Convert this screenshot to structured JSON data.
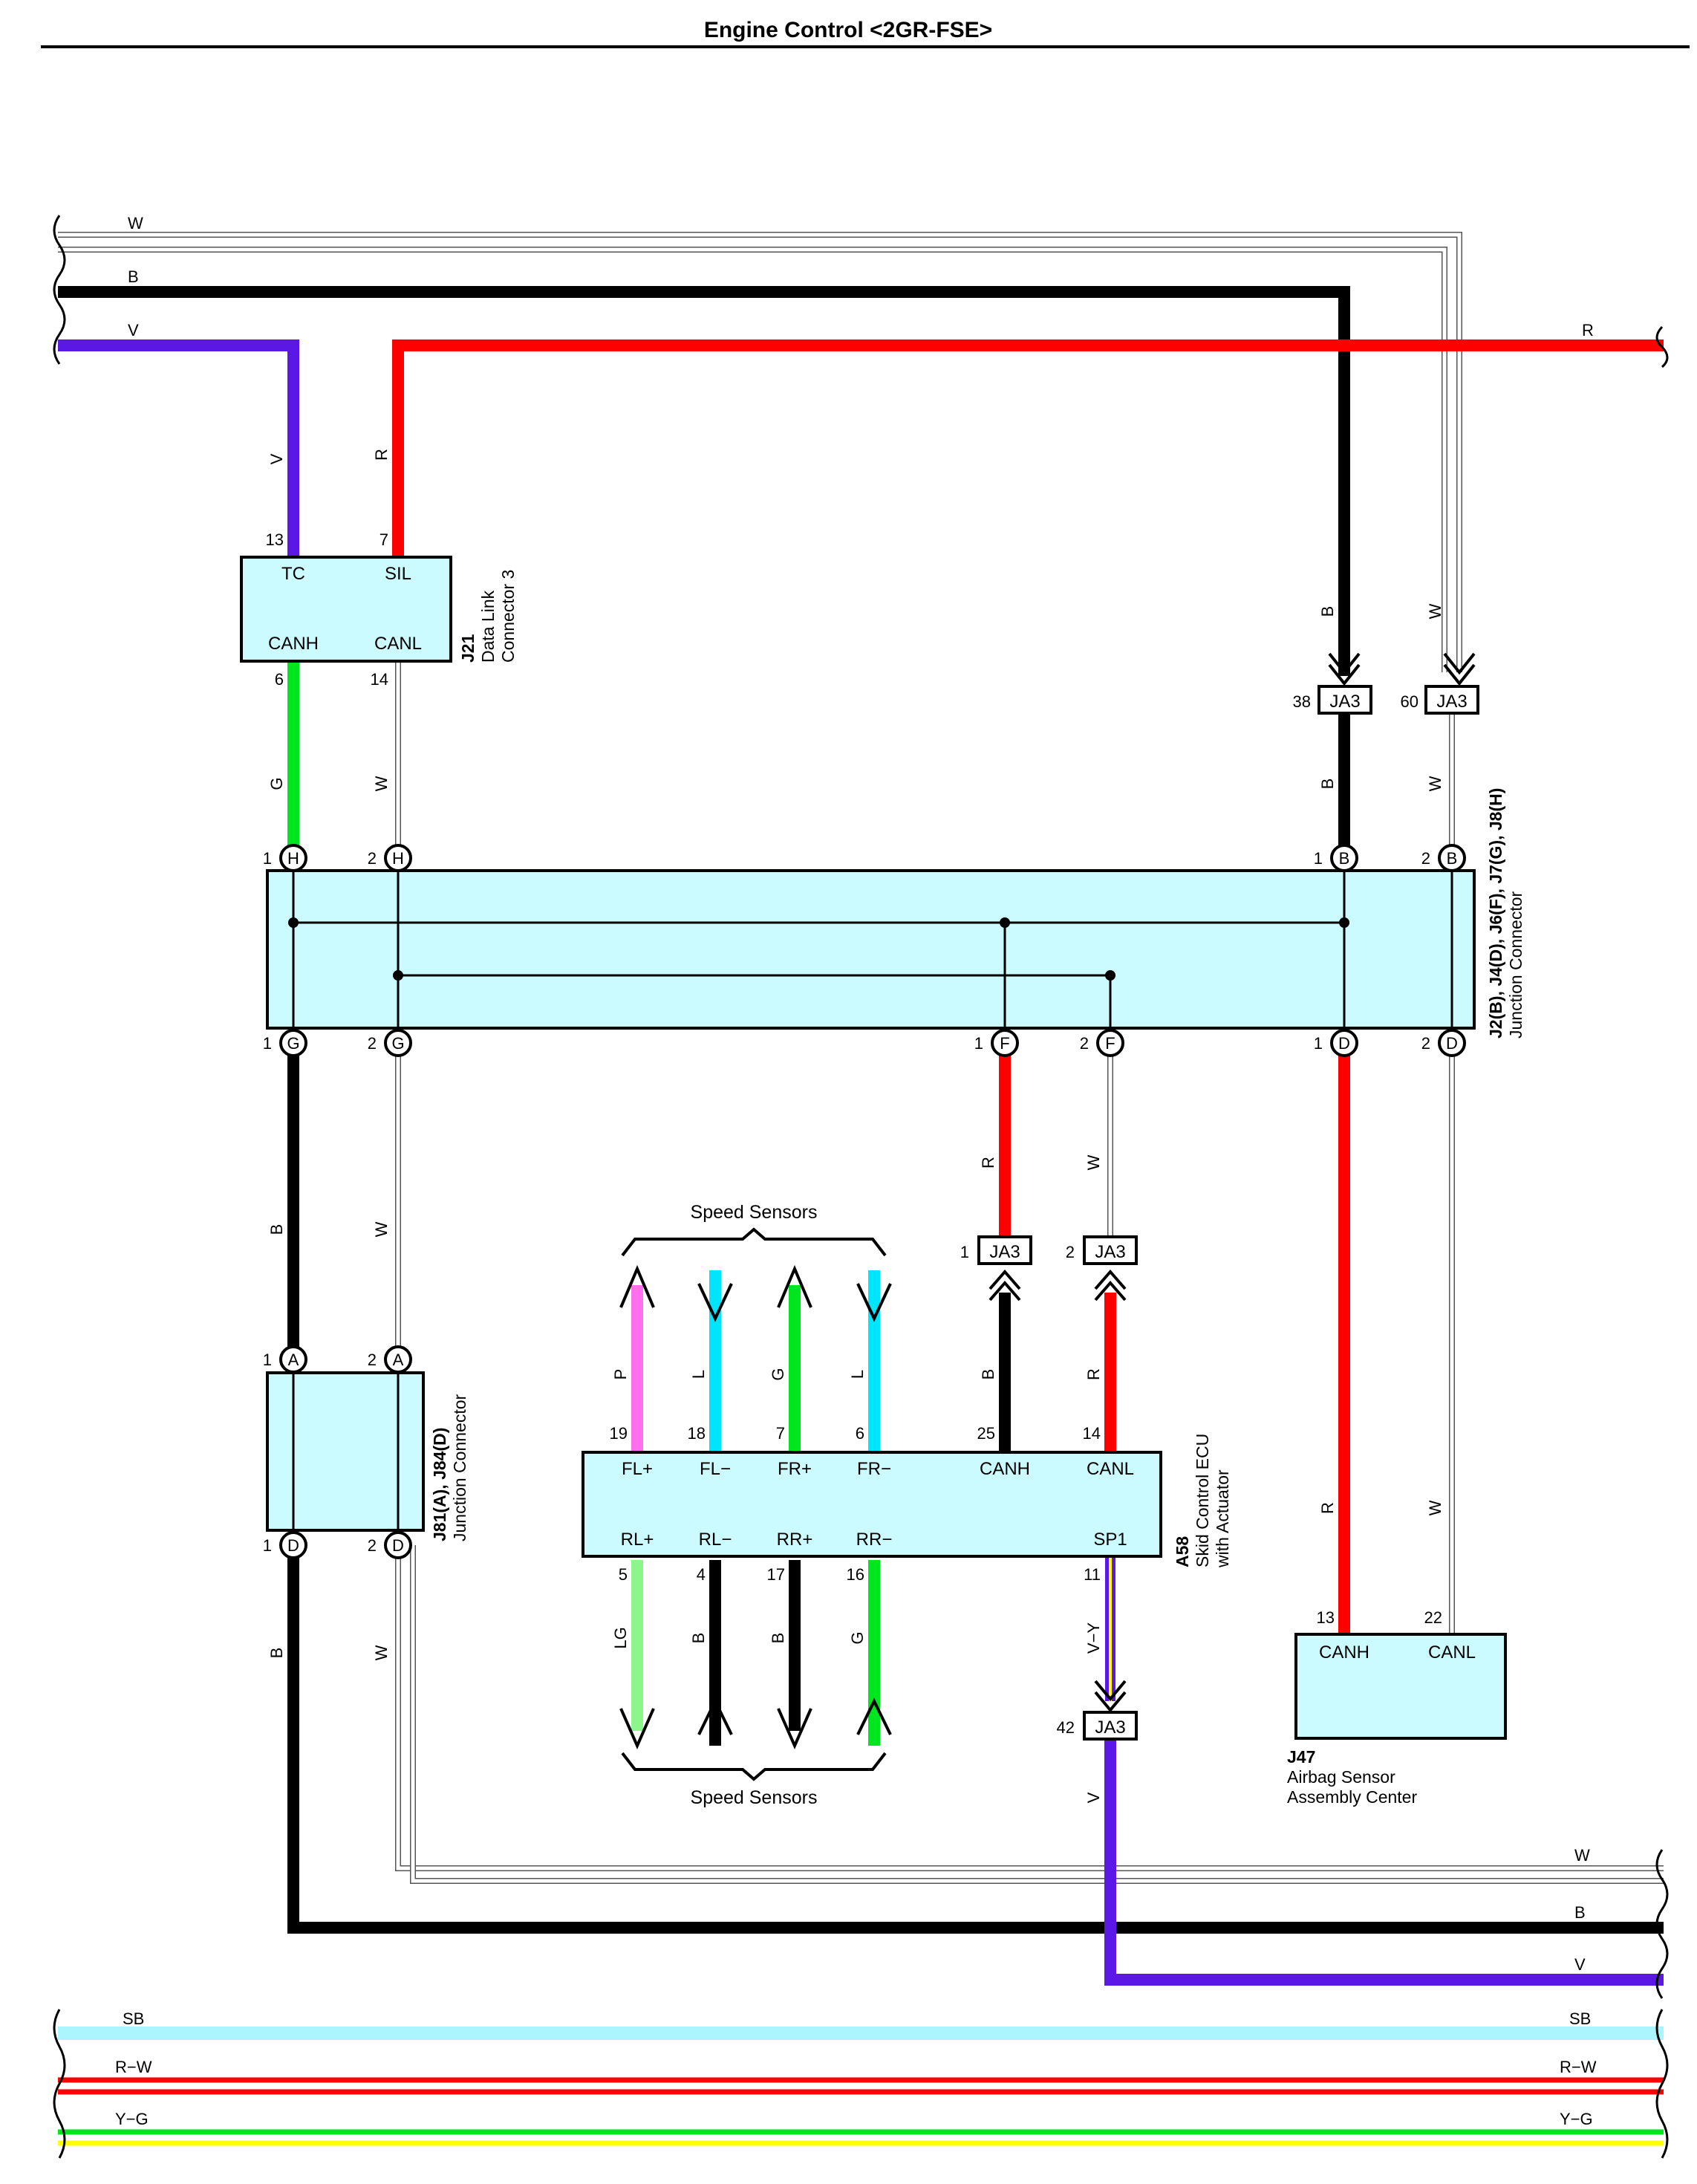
{
  "title": "Engine Control <2GR-FSE>",
  "colors": {
    "W": "#c8c8c8",
    "B": "#000000",
    "V": "#5a17e6",
    "R": "#ff0000",
    "G": "#00e61e",
    "L": "#00e5ff",
    "P": "#ff6eeb",
    "LG": "#8cf58c",
    "SB": "#aaf5ff",
    "Y": "#ffff00",
    "connector_fill": "#ccfbff"
  },
  "left_bus_labels": {
    "w": "W",
    "b": "B",
    "v": "V"
  },
  "right_bus_labels": {
    "r": "R"
  },
  "j21": {
    "id": "J21",
    "name_1": "Data Link",
    "name_2": "Connector 3",
    "pin_tc": "TC",
    "pin_sil": "SIL",
    "pin_canh": "CANH",
    "pin_canl": "CANL",
    "num_tc": "13",
    "num_sil": "7",
    "num_canh": "6",
    "num_canl": "14"
  },
  "wire_labels": {
    "v_top": "V",
    "r_top": "R",
    "g_j21": "G",
    "w_j21": "W",
    "b_right_top": "B",
    "w_right_top": "W",
    "b_right_mid": "B",
    "w_right_mid": "W",
    "r_canh": "R",
    "w_canl": "W",
    "b_left": "B",
    "w_left": "W",
    "b_left_lower": "B",
    "w_left_lower": "W",
    "r_airbag": "R",
    "w_airbag": "W",
    "v_sp1": "V"
  },
  "ja3": {
    "label": "JA3",
    "num_b": "38",
    "num_w": "60",
    "num_canh": "1",
    "num_canl": "2",
    "num_sp1": "42"
  },
  "jc_main": {
    "id": "J2(B), J4(D), J6(F), J7(G), J8(H)",
    "name": "Junction Connector",
    "pins": [
      {
        "num": "1",
        "letter": "H"
      },
      {
        "num": "2",
        "letter": "H"
      },
      {
        "num": "1",
        "letter": "B"
      },
      {
        "num": "2",
        "letter": "B"
      },
      {
        "num": "1",
        "letter": "G"
      },
      {
        "num": "2",
        "letter": "G"
      },
      {
        "num": "1",
        "letter": "F"
      },
      {
        "num": "2",
        "letter": "F"
      },
      {
        "num": "1",
        "letter": "D"
      },
      {
        "num": "2",
        "letter": "D"
      }
    ]
  },
  "jc_small": {
    "id": "J81(A), J84(D)",
    "name": "Junction Connector",
    "pins": [
      {
        "num": "1",
        "letter": "A"
      },
      {
        "num": "2",
        "letter": "A"
      },
      {
        "num": "1",
        "letter": "D"
      },
      {
        "num": "2",
        "letter": "D"
      }
    ]
  },
  "a58": {
    "id": "A58",
    "name_1": "Skid Control ECU",
    "name_2": "with Actuator",
    "top_pins": [
      {
        "name": "FL+",
        "num": "19",
        "wire": "P"
      },
      {
        "name": "FL−",
        "num": "18",
        "wire": "L"
      },
      {
        "name": "FR+",
        "num": "7",
        "wire": "G"
      },
      {
        "name": "FR−",
        "num": "6",
        "wire": "L"
      },
      {
        "name": "CANH",
        "num": "25",
        "wire": "B"
      },
      {
        "name": "CANL",
        "num": "14",
        "wire": "R"
      }
    ],
    "bottom_pins": [
      {
        "name": "RL+",
        "num": "5",
        "wire": "LG"
      },
      {
        "name": "RL−",
        "num": "4",
        "wire": "B"
      },
      {
        "name": "RR+",
        "num": "17",
        "wire": "B"
      },
      {
        "name": "RR−",
        "num": "16",
        "wire": "G"
      },
      {
        "name": "SP1",
        "num": "11",
        "wire": "V−Y"
      }
    ]
  },
  "speed_sensors_top": "Speed Sensors",
  "speed_sensors_bottom": "Speed Sensors",
  "j47": {
    "id": "J47",
    "name_1": "Airbag Sensor",
    "name_2": "Assembly Center",
    "pin_canh": "CANH",
    "pin_canl": "CANL",
    "num_canh": "13",
    "num_canl": "22"
  },
  "bottom_right_labels": {
    "w": "W",
    "b": "B",
    "v": "V"
  },
  "bottom_bus": {
    "sb_left": "SB",
    "sb_right": "SB",
    "rw_left": "R−W",
    "rw_right": "R−W",
    "yg_left": "Y−G",
    "yg_right": "Y−G"
  }
}
